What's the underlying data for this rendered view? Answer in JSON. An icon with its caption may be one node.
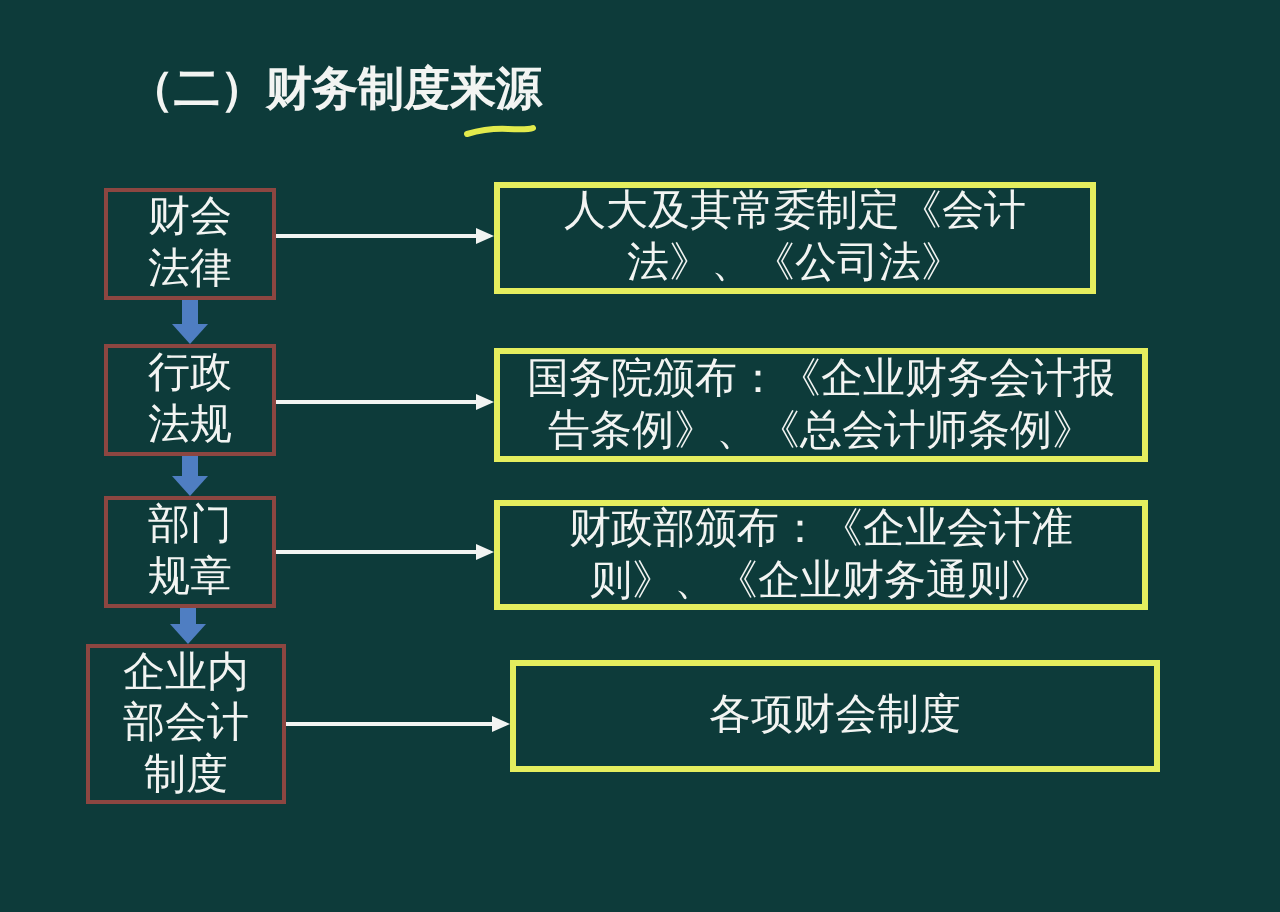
{
  "diagram": {
    "title": "（二）财务制度来源",
    "nodes": [
      {
        "text": [
          "财会法律"
        ]
      },
      {
        "text": [
          "行政法规"
        ]
      },
      {
        "text": [
          "部门规章"
        ]
      },
      {
        "text": [
          "企业内部会计制度"
        ]
      },
      {
        "text": [
          "人大及其常委制定《会计法》、《公司法》"
        ]
      },
      {
        "text": [
          "国务院颁布：《企业财务会计报告条例》、《总会计师条例》"
        ]
      },
      {
        "text": [
          "财政部颁布：《企业会计准则》、《企业财务通则》"
        ]
      },
      {
        "text": [
          "各项财会制度"
        ]
      }
    ],
    "edges": [
      {
        "from": 0,
        "to": 1,
        "arrow": "to",
        "style": "thick",
        "color": "#4f7ec2"
      },
      {
        "from": 1,
        "to": 2,
        "arrow": "to",
        "style": "thick",
        "color": "#4f7ec2"
      },
      {
        "from": 2,
        "to": 3,
        "arrow": "to",
        "style": "thick",
        "color": "#4f7ec2"
      },
      {
        "from": 0,
        "to": 4,
        "arrow": "to"
      },
      {
        "from": 1,
        "to": 5,
        "arrow": "to"
      },
      {
        "from": 2,
        "to": 6,
        "arrow": "to"
      },
      {
        "from": 3,
        "to": 7,
        "arrow": "to"
      }
    ]
  }
}
